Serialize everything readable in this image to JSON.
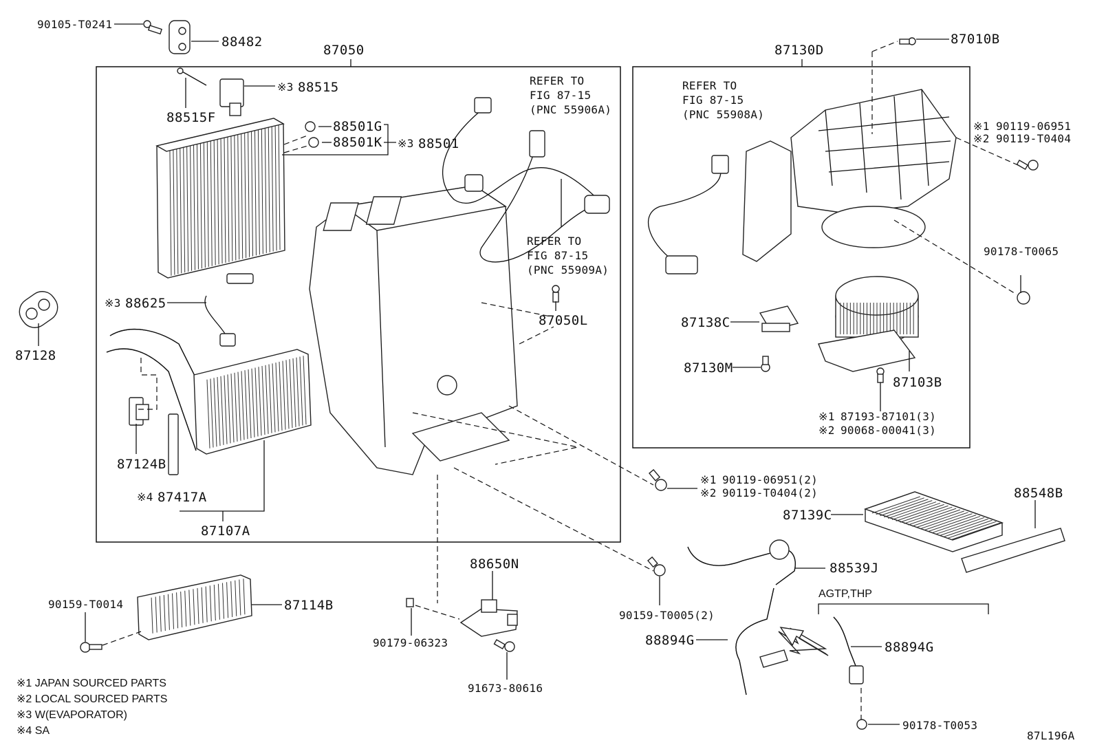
{
  "labels": {
    "p90105_T0241": "90105-T0241",
    "p88482": "88482",
    "p87050": "87050",
    "p88515": "88515",
    "p88515F": "88515F",
    "p88501G": "88501G",
    "p88501K": "88501K",
    "p88501": "88501",
    "p87128": "87128",
    "p88625": "88625",
    "p87124B": "87124B",
    "p87417A": "87417A",
    "p87107A": "87107A",
    "p87050L": "87050L",
    "p87130D": "87130D",
    "p87010B": "87010B",
    "p90119_06951_a": "90119-06951",
    "p90119_T0404_a": "90119-T0404",
    "p90178_T0065": "90178-T0065",
    "p87138C": "87138C",
    "p87130M": "87130M",
    "p87103B": "87103B",
    "p87193_87101": "87193-87101(3)",
    "p90068_00041": "90068-00041(3)",
    "p90119_06951_b": "90119-06951(2)",
    "p90119_T0404_b": "90119-T0404(2)",
    "p88548B": "88548B",
    "p87139C": "87139C",
    "p88539J": "88539J",
    "p88650N": "88650N",
    "p90159_T0014": "90159-T0014",
    "p87114B": "87114B",
    "p90179_06323": "90179-06323",
    "p91673_80616": "91673-80616",
    "p90159_T0005": "90159-T0005(2)",
    "p88894G_a": "88894G",
    "p88894G_b": "88894G",
    "p90178_T0053": "90178-T0053",
    "diagram_code": "87L196A"
  },
  "markers": {
    "m1": "※1",
    "m2": "※2",
    "m3": "※3",
    "m4": "※4"
  },
  "refer": {
    "r1_l1": "REFER TO",
    "r1_l2": "FIG 87-15",
    "r1_l3": "(PNC 55906A)",
    "r2_l1": "REFER TO",
    "r2_l2": "FIG 87-15",
    "r2_l3": "(PNC 55909A)",
    "r3_l1": "REFER TO",
    "r3_l2": "FIG 87-15",
    "r3_l3": "(PNC 55908A)"
  },
  "group_label": "AGTP,THP",
  "legend": [
    "※1 JAPAN SOURCED PARTS",
    "※2 LOCAL SOURCED PARTS",
    "※3 W(EVAPORATOR)",
    "※4 SA"
  ],
  "colors": {
    "ink": "#111111",
    "paper": "#ffffff"
  }
}
